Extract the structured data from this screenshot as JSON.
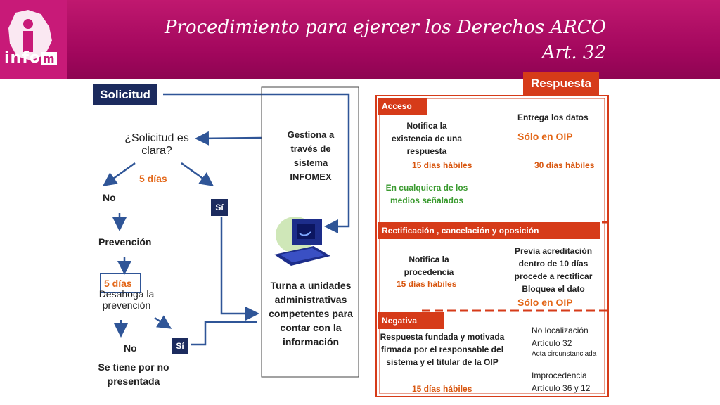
{
  "header": {
    "title_line1": "Procedimiento para ejercer los Derechos ARCO",
    "title_line2": "Art. 32",
    "logo_text": "info",
    "logo_suffix": "m"
  },
  "left_flow": {
    "solicitud": "Solicitud",
    "question": "¿Solicitud es clara?",
    "days1": "5 días",
    "no_label": "No",
    "si_label": "Sí",
    "prevencion": "Prevención",
    "days2": "5 días",
    "desahoga": "Desahoga la prevención",
    "no2_label": "No",
    "si2_label": "Sí",
    "tiene_no_presentada": "Se tiene por no presentada"
  },
  "middle": {
    "gestiona": "Gestiona a través de sistema INFOMEX",
    "turna": "Turna a unidades administrativas competentes para contar con la información"
  },
  "right": {
    "respuesta": "Respuesta",
    "acceso": {
      "tab": "Acceso",
      "notifica": "Notifica la existencia de una respuesta",
      "plazo1": "15 días hábiles",
      "entrega": "Entrega los datos",
      "solo_oip": "Sólo en OIP",
      "plazo2": "30 días hábiles",
      "medios": "En cualquiera de los medios señalados"
    },
    "rectificacion": {
      "tab": "Rectificación , cancelación y oposición",
      "notifica": "Notifica la procedencia",
      "plazo": "15 días hábiles",
      "previa": "Previa acreditación dentro de 10 días procede a rectificar Bloquea el dato",
      "solo_oip": "Sólo en OIP"
    },
    "negativa": {
      "tab": "Negativa",
      "respuesta": "Respuesta fundada y motivada firmada por el responsable del sistema y el titular de la OIP",
      "plazo": "15 días hábiles",
      "no_loc": "No localización",
      "art32": "Artículo 32",
      "acta": "Acta circunstanciada",
      "improc": "Improcedencia",
      "art36": "Artículo 36 y 12"
    }
  },
  "colors": {
    "magenta": "#a0065c",
    "navy": "#1c2b5e",
    "red": "#d63b19",
    "orange": "#e3681a",
    "blue_arrow": "#2f5597"
  }
}
